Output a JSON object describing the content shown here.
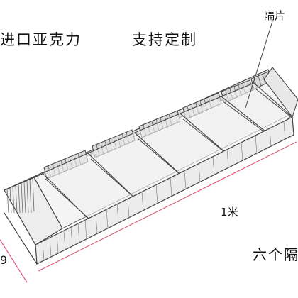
{
  "headline": {
    "left": "进口亚克力",
    "right": "支持定制"
  },
  "annotations": {
    "partition": "隔片",
    "length": "1米",
    "count": "六个隔",
    "edge": "9"
  },
  "product": {
    "compartment_count": 6,
    "colors": {
      "outline": "#444444",
      "panel": "#f2f2f2",
      "back_wall": "#e6e6e6",
      "dimension_line": "#e05a7a"
    }
  }
}
